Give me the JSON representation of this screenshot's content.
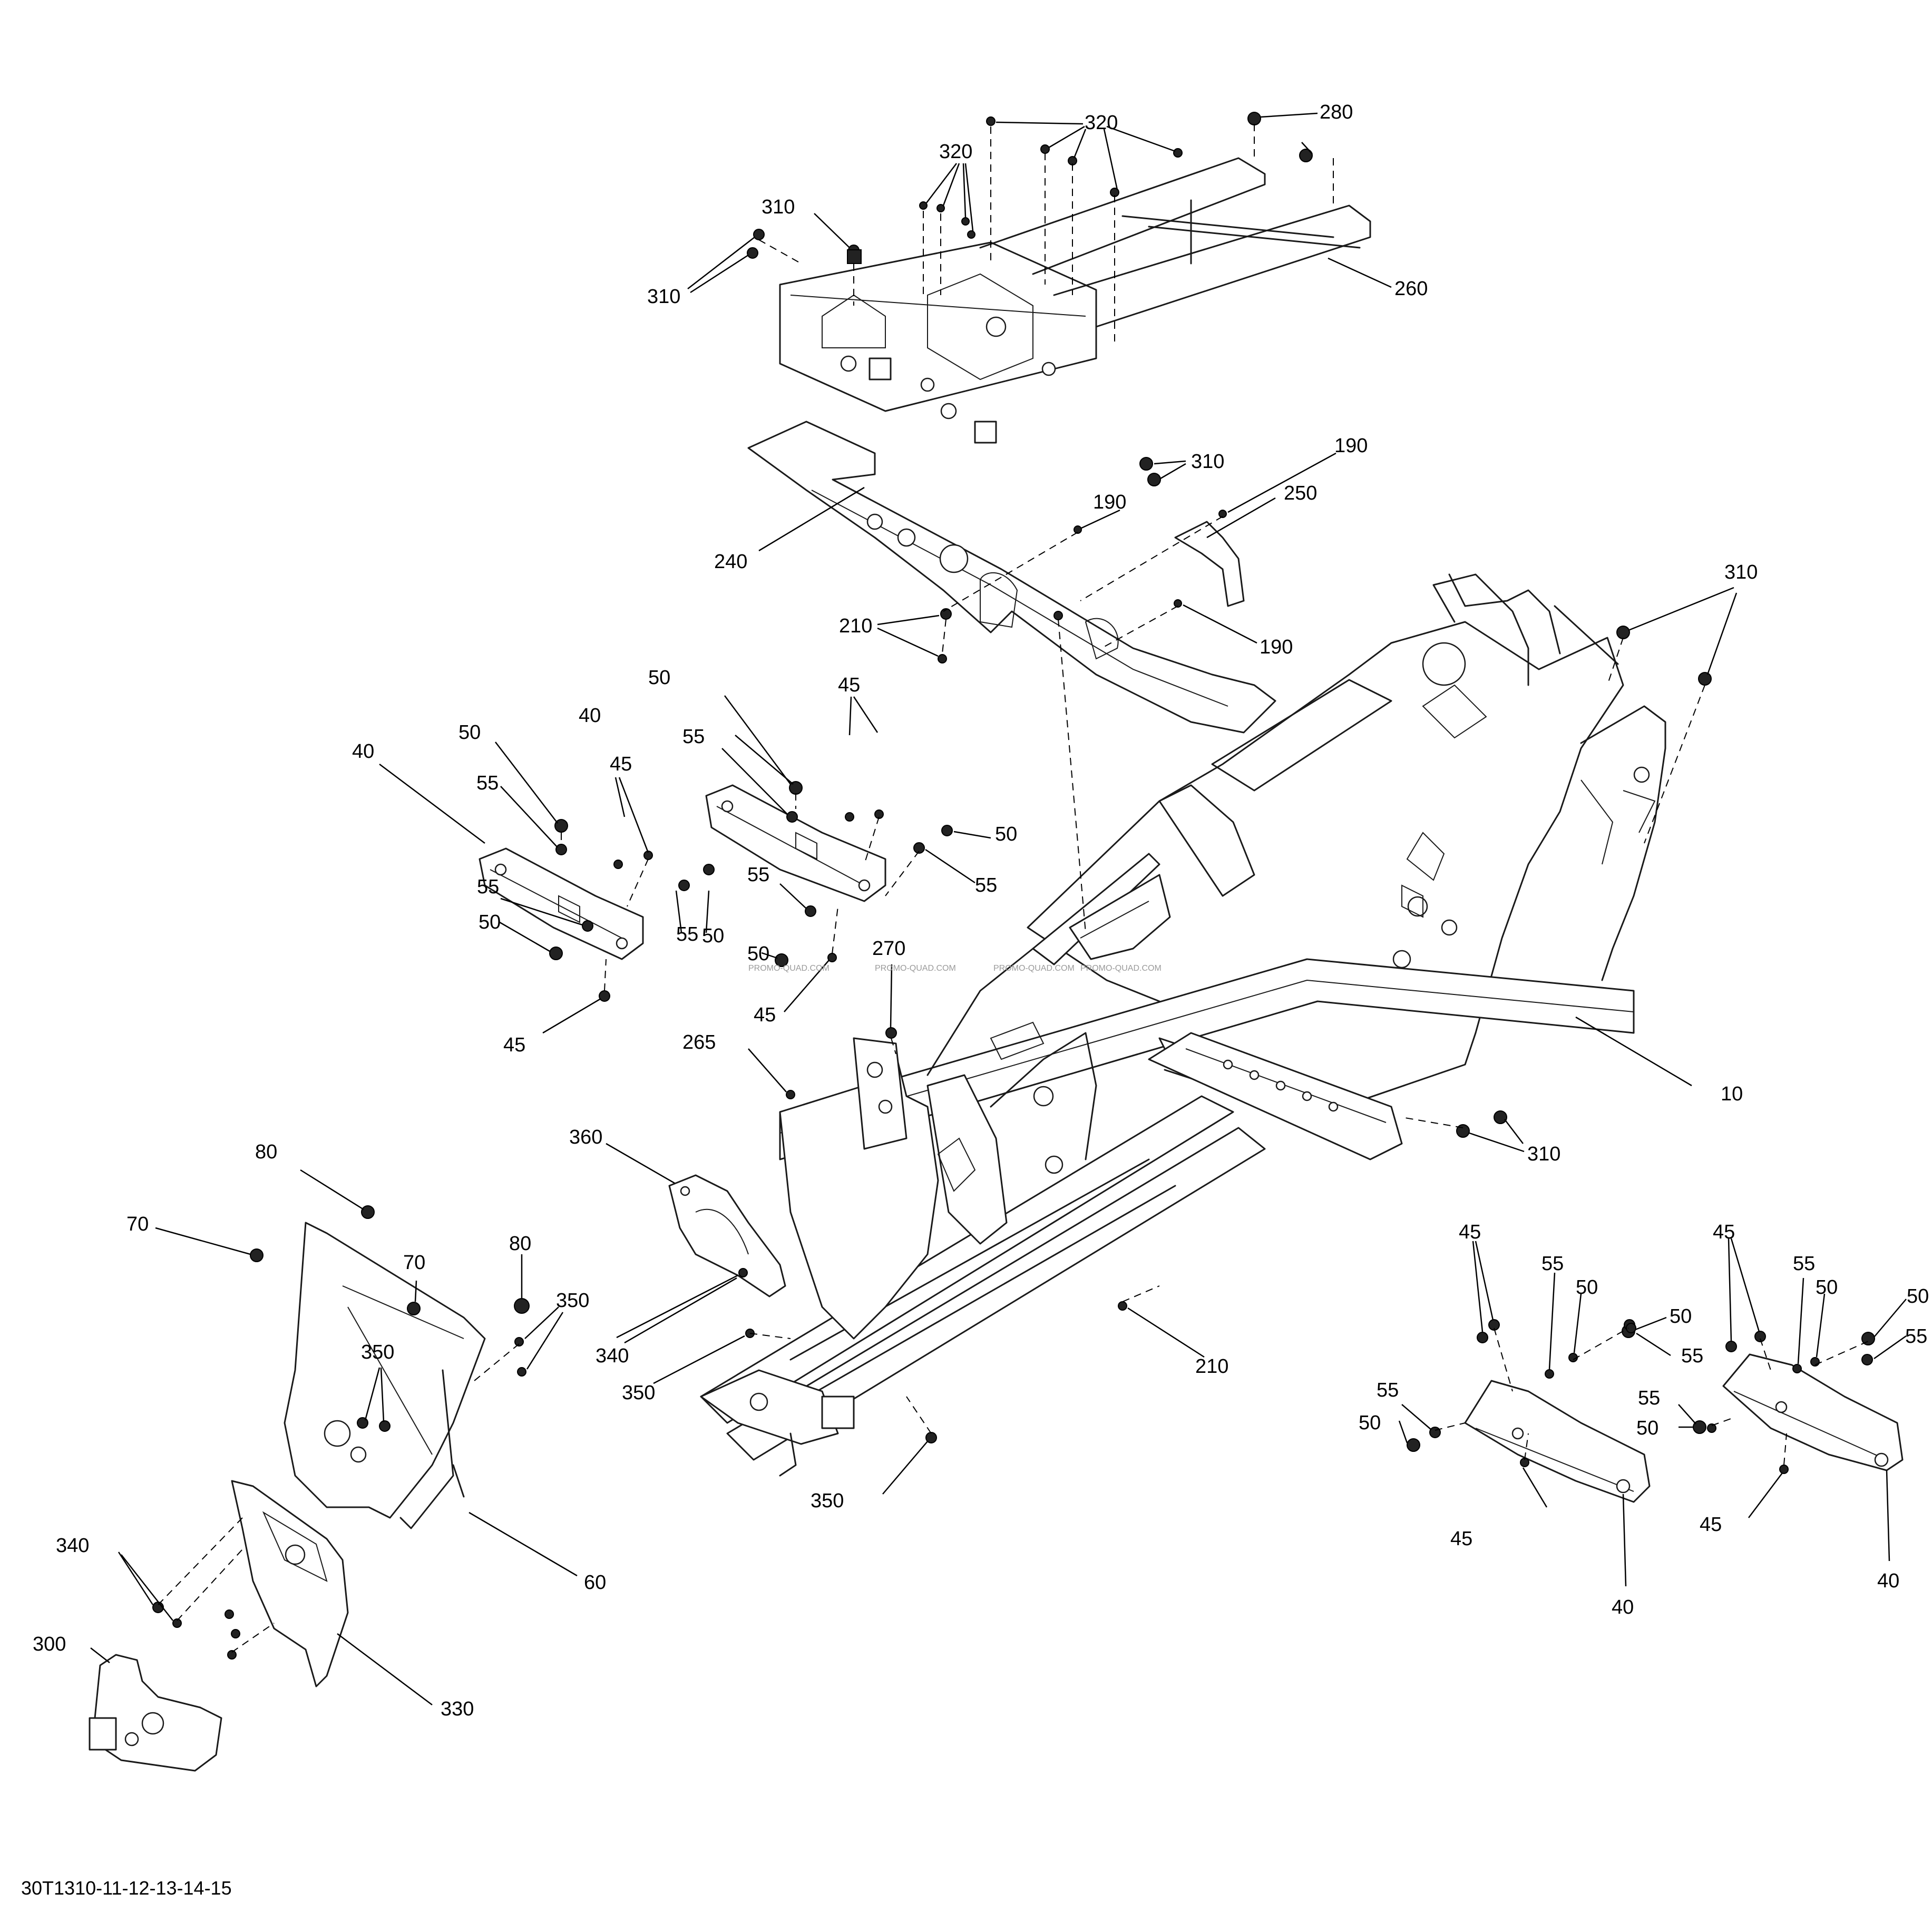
{
  "diagram_id": "30T1310-11-12-13-14-15",
  "watermark": "PROMO-QUAD.COM",
  "callouts": [
    {
      "label": "320"
    },
    {
      "label": "280"
    },
    {
      "label": "320"
    },
    {
      "label": "310"
    },
    {
      "label": "310"
    },
    {
      "label": "260"
    },
    {
      "label": "310"
    },
    {
      "label": "190"
    },
    {
      "label": "190"
    },
    {
      "label": "250"
    },
    {
      "label": "240"
    },
    {
      "label": "210"
    },
    {
      "label": "190"
    },
    {
      "label": "310"
    },
    {
      "label": "50"
    },
    {
      "label": "45"
    },
    {
      "label": "40"
    },
    {
      "label": "55"
    },
    {
      "label": "50"
    },
    {
      "label": "40"
    },
    {
      "label": "55"
    },
    {
      "label": "45"
    },
    {
      "label": "50"
    },
    {
      "label": "55"
    },
    {
      "label": "55"
    },
    {
      "label": "50"
    },
    {
      "label": "50"
    },
    {
      "label": "55"
    },
    {
      "label": "55"
    },
    {
      "label": "50"
    },
    {
      "label": "45"
    },
    {
      "label": "45"
    },
    {
      "label": "270"
    },
    {
      "label": "265"
    },
    {
      "label": "10"
    },
    {
      "label": "310"
    },
    {
      "label": "360"
    },
    {
      "label": "80"
    },
    {
      "label": "70"
    },
    {
      "label": "80"
    },
    {
      "label": "70"
    },
    {
      "label": "350"
    },
    {
      "label": "350"
    },
    {
      "label": "340"
    },
    {
      "label": "350"
    },
    {
      "label": "210"
    },
    {
      "label": "350"
    },
    {
      "label": "60"
    },
    {
      "label": "340"
    },
    {
      "label": "300"
    },
    {
      "label": "330"
    },
    {
      "label": "45"
    },
    {
      "label": "55"
    },
    {
      "label": "50"
    },
    {
      "label": "50"
    },
    {
      "label": "55"
    },
    {
      "label": "55"
    },
    {
      "label": "50"
    },
    {
      "label": "45"
    },
    {
      "label": "40"
    },
    {
      "label": "45"
    },
    {
      "label": "55"
    },
    {
      "label": "50"
    },
    {
      "label": "50"
    },
    {
      "label": "55"
    },
    {
      "label": "55"
    },
    {
      "label": "50"
    },
    {
      "label": "45"
    },
    {
      "label": "40"
    }
  ]
}
